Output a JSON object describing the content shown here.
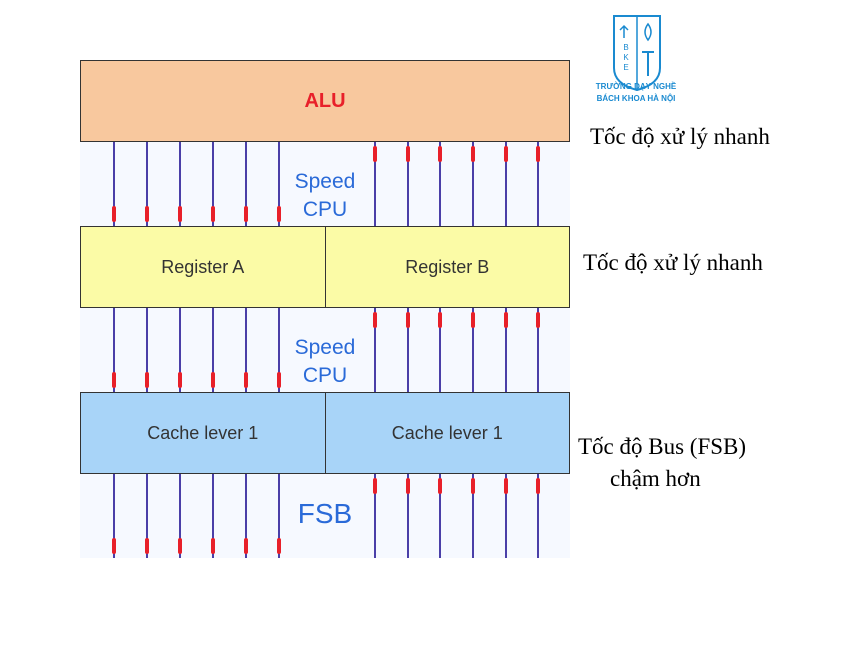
{
  "logo": {
    "line1": "TRƯỜNG DẠY NGHỀ",
    "line2": "BÁCH KHOA HÀ NỘI",
    "mark_letters": [
      "B",
      "K",
      "E"
    ],
    "color": "#1a8ad0"
  },
  "diagram": {
    "alu_label": "ALU",
    "register_a": "Register A",
    "register_b": "Register B",
    "cache_left": "Cache lever 1",
    "cache_right": "Cache lever 1",
    "bus1_label_line1": "Speed",
    "bus1_label_line2": "CPU",
    "bus2_label_line1": "Speed",
    "bus2_label_line2": "CPU",
    "bus3_label": "FSB"
  },
  "side_notes": {
    "alu_note": "Tốc độ xử lý nhanh",
    "register_note": "Tốc độ xử lý nhanh",
    "cache_note_line1": "Tốc độ Bus (FSB)",
    "cache_note_line2": "chậm hơn"
  },
  "colors": {
    "alu_fill": "#f8c89e",
    "alu_text": "#e8202a",
    "register_fill": "#fbfba6",
    "cache_fill": "#a8d4f8",
    "wire": "#4a3fa8",
    "wire_tip": "#e8202a",
    "bus_label": "#2a6ad8"
  }
}
